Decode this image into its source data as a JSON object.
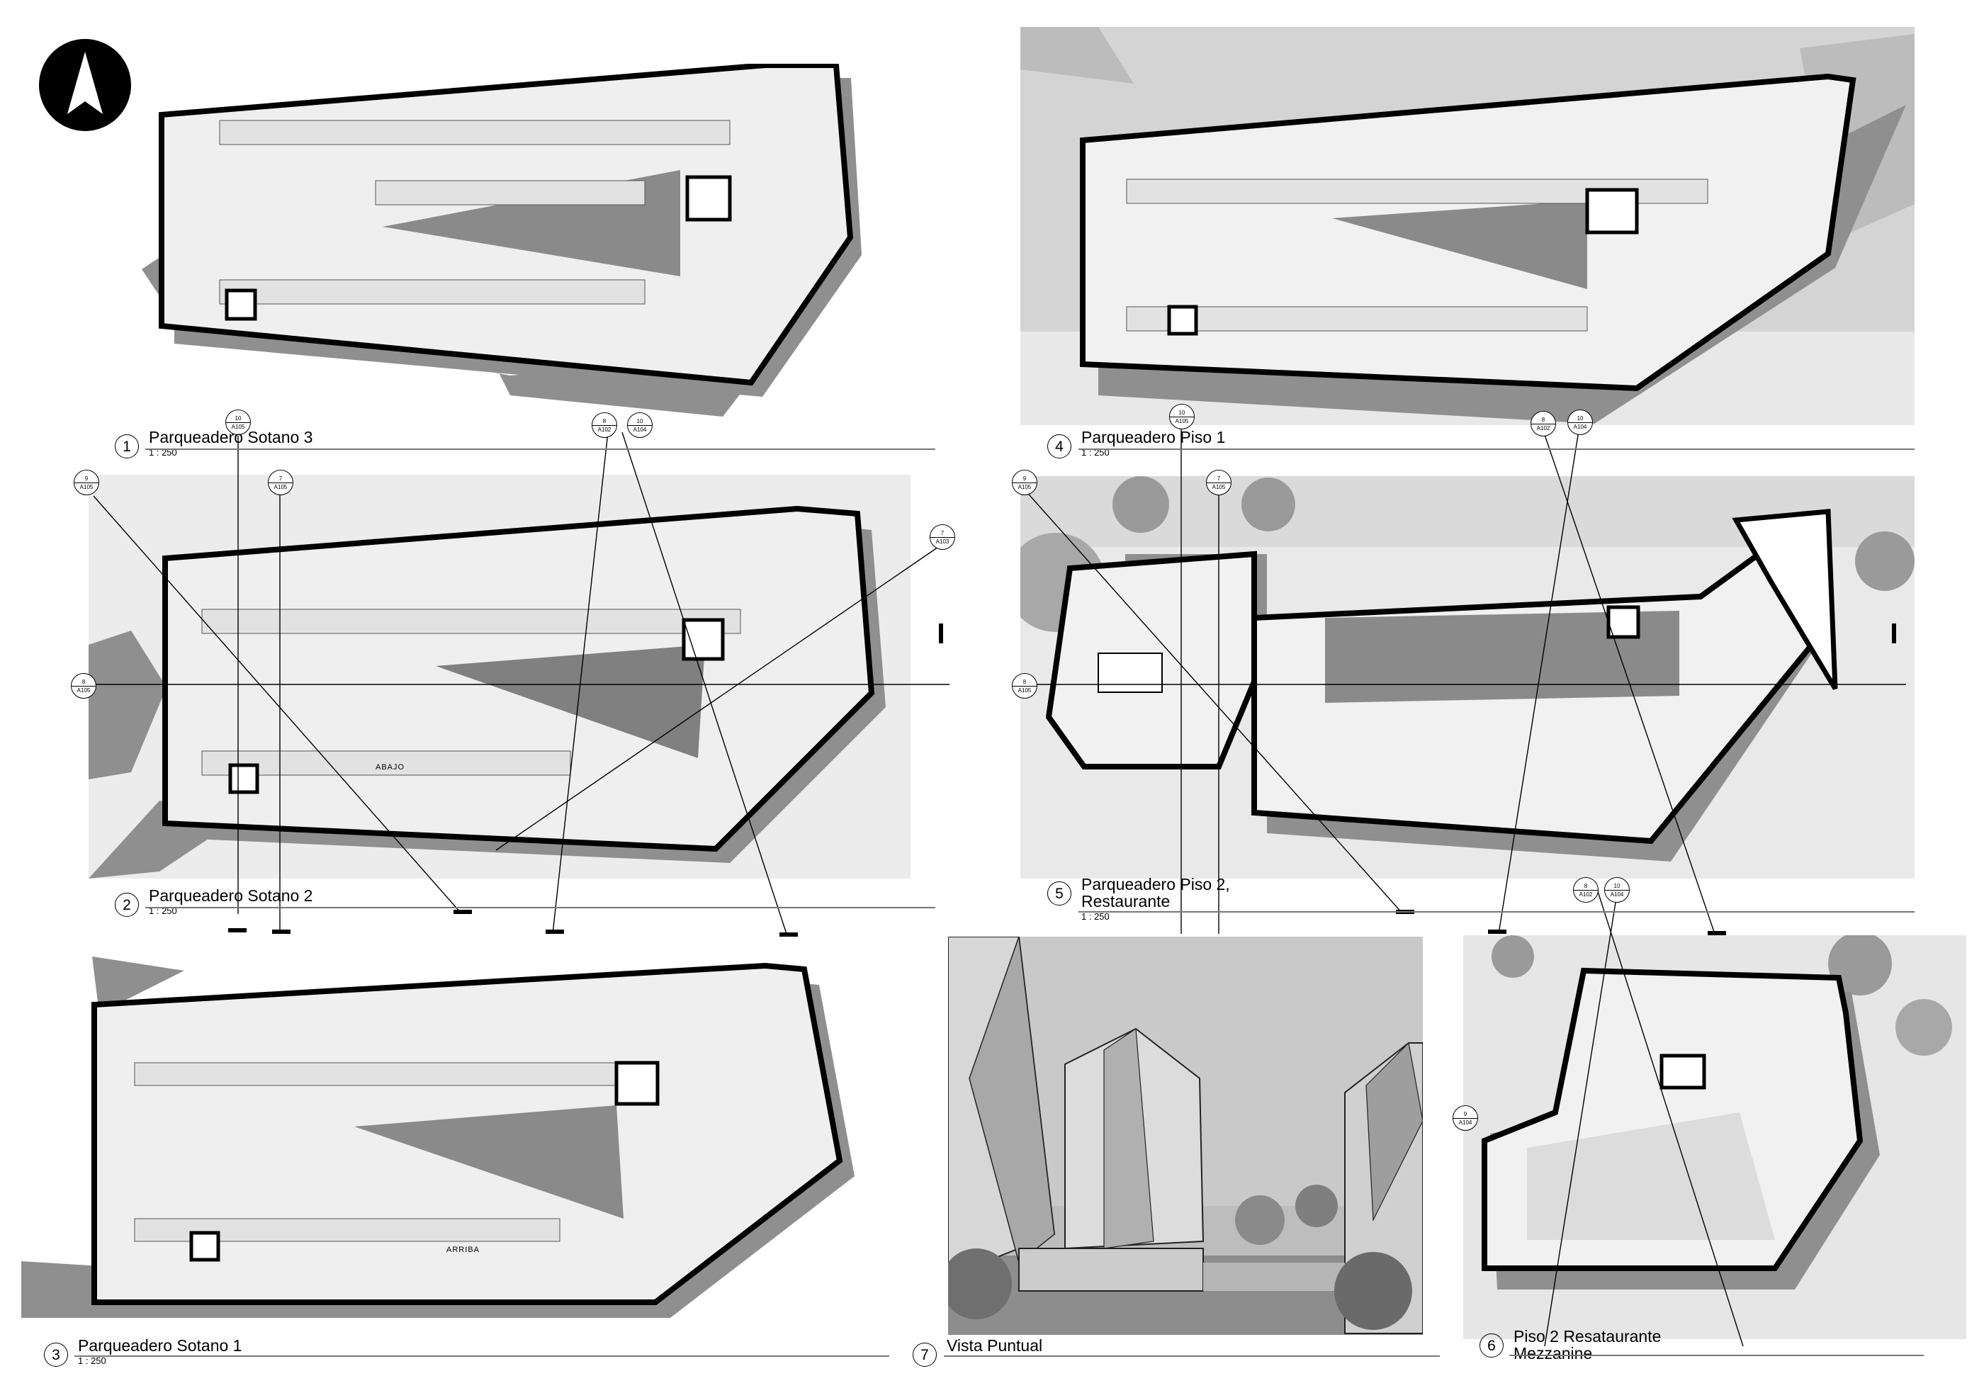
{
  "plans": [
    {
      "number": "1",
      "name": "Parqueadero Sotano 3",
      "scale": "1 : 250"
    },
    {
      "number": "2",
      "name": "Parqueadero Sotano 2",
      "scale": "1 : 250"
    },
    {
      "number": "3",
      "name": "Parqueadero Sotano 1",
      "scale": "1 : 250"
    },
    {
      "number": "4",
      "name": "Parqueadero Piso 1",
      "scale": "1 : 250"
    },
    {
      "number": "5",
      "name": "Parqueadero Piso 2,\nRestaurante",
      "scale": "1 : 250"
    },
    {
      "number": "6",
      "name": "Piso 2 Resataurante\nMezzanine",
      "scale": ""
    },
    {
      "number": "7",
      "name": "Vista Puntual",
      "scale": ""
    }
  ],
  "section_tags": [
    {
      "top": "10",
      "bottom": "A105"
    },
    {
      "top": "8",
      "bottom": "A102"
    },
    {
      "top": "10",
      "bottom": "A104"
    },
    {
      "top": "9",
      "bottom": "A105"
    },
    {
      "top": "7",
      "bottom": "A105"
    },
    {
      "top": "7",
      "bottom": "A103"
    },
    {
      "top": "8",
      "bottom": "A105"
    },
    {
      "top": "10",
      "bottom": "A105"
    },
    {
      "top": "8",
      "bottom": "A102"
    },
    {
      "top": "10",
      "bottom": "A104"
    },
    {
      "top": "9",
      "bottom": "A105"
    },
    {
      "top": "7",
      "bottom": "A105"
    },
    {
      "top": "8",
      "bottom": "A105"
    },
    {
      "top": "8",
      "bottom": "A102"
    },
    {
      "top": "10",
      "bottom": "A104"
    },
    {
      "top": "9",
      "bottom": "A104"
    }
  ],
  "notes": {
    "abajo": "ABAJO",
    "arriba": "ARRIBA"
  },
  "icons": {
    "north_arrow": "north-arrow-icon"
  },
  "colors": {
    "wall": "#000000",
    "floor": "#efefef",
    "shadow": "#8a8a8a",
    "ramp": "#7a7a7a",
    "site": "#d9d9d9",
    "pave": "#cfcfcf"
  }
}
